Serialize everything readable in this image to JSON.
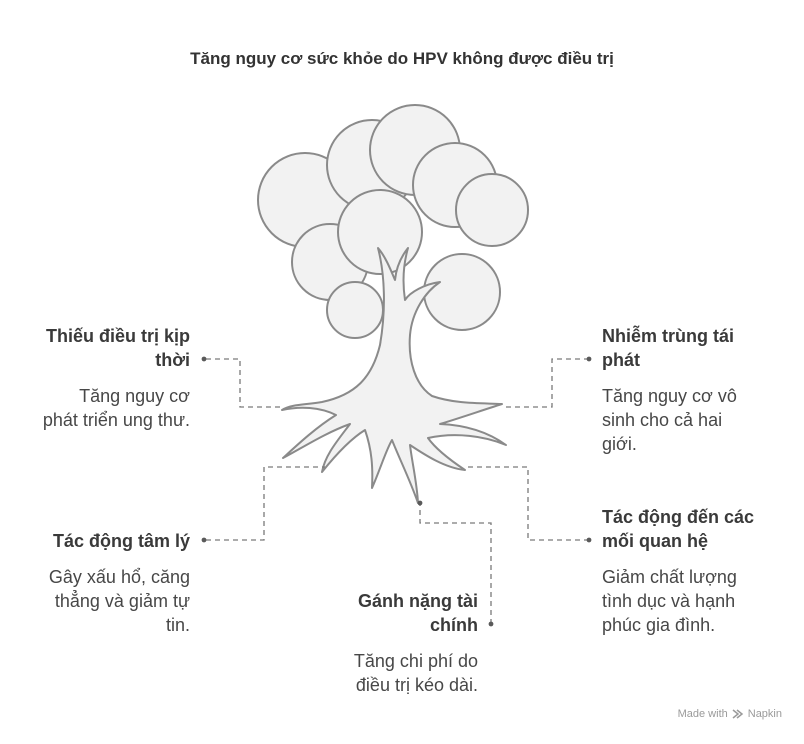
{
  "title": "Tăng nguy cơ sức khỏe do HPV không được điều trị",
  "items": [
    {
      "heading": "Thiếu điều trị kịp thời",
      "heading_lines": [
        "Thiếu điều trị kịp",
        "thời"
      ],
      "desc_lines": [
        "Tăng nguy cơ",
        "phát triển ung thư."
      ]
    },
    {
      "heading": "Tác động tâm lý",
      "heading_lines": [
        "Tác động tâm lý"
      ],
      "desc_lines": [
        "Gây xấu hổ, căng",
        "thẳng và giảm tự",
        "tin."
      ]
    },
    {
      "heading": "Gánh nặng tài chính",
      "heading_lines": [
        "Gánh nặng tài",
        "chính"
      ],
      "desc_lines": [
        "Tăng chi phí do",
        "điều trị kéo dài."
      ]
    },
    {
      "heading": "Nhiễm trùng tái phát",
      "heading_lines": [
        "Nhiễm trùng tái",
        "phát"
      ],
      "desc_lines": [
        "Tăng nguy cơ vô",
        "sinh cho cả hai",
        "giới."
      ]
    },
    {
      "heading": "Tác động đến các mối quan hệ",
      "heading_lines": [
        "Tác động đến các",
        "mối quan hệ"
      ],
      "desc_lines": [
        "Giảm chất lượng",
        "tình dục và hạnh",
        "phúc gia đình."
      ]
    }
  ],
  "footer": {
    "made_with": "Made with",
    "brand": "Napkin"
  },
  "colors": {
    "tree_fill": "#f2f2f2",
    "tree_stroke": "#8a8a8a",
    "connector": "#7a7a7a"
  }
}
